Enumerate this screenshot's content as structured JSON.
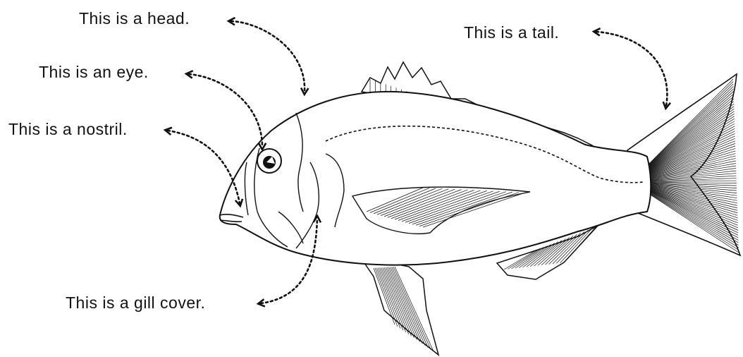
{
  "diagram": {
    "labels": {
      "head": "This is a head.",
      "eye": "This is an eye.",
      "nostril": "This is a nostril.",
      "gill_cover": "This is a gill cover.",
      "tail": "This is a tail."
    },
    "colors": {
      "ink": "#111111",
      "background": "#ffffff"
    }
  }
}
